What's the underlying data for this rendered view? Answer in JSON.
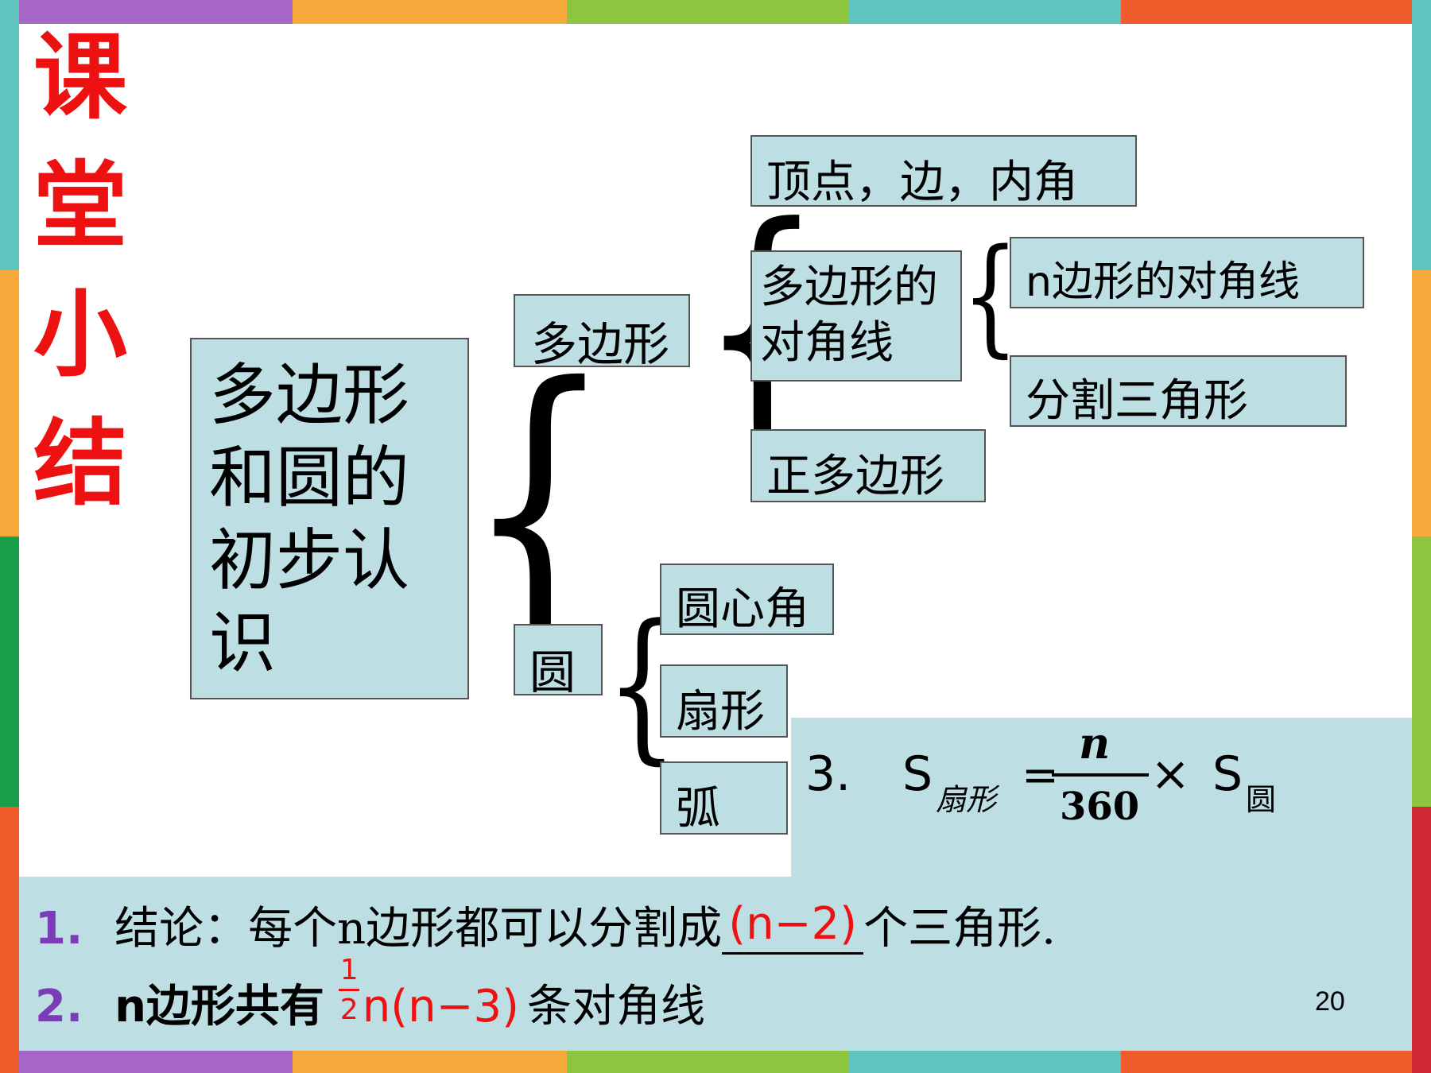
{
  "title_chars": [
    "课",
    "堂",
    "小",
    "结"
  ],
  "colors": {
    "title": "#ee1111",
    "box_fill": "#bddfe3",
    "accent_purple": "#7a3db5"
  },
  "main_topic_lines": [
    "多边形",
    "和圆的",
    "初步认",
    "识"
  ],
  "branch_polygon": "多边形",
  "branch_circle": "圆",
  "polygon_children": {
    "vertex": "顶点，边，内角",
    "diagonal_line1": "多边形的",
    "diagonal_line2": "对角线",
    "regular": "正多边形"
  },
  "diagonal_children": {
    "n_diagonal": "n边形的对角线",
    "split_triangle": "分割三角形"
  },
  "circle_children": {
    "central_angle": "圆心角",
    "sector": "扇形",
    "arc": "弧"
  },
  "formula": {
    "number": "3.",
    "s": "S",
    "sub_sector": "扇形",
    "equals": "=",
    "numerator": "n",
    "denominator": "360",
    "times": "×",
    "s2": "S",
    "sub_circle": "圆"
  },
  "conclusion1": {
    "number": "1.",
    "prefix": "结论：每个n边形都可以分割成",
    "answer": "(n−2)",
    "suffix": "个三角形."
  },
  "conclusion2": {
    "number": "2.",
    "prefix": "n边形共有",
    "frac_num": "1",
    "frac_den": "2",
    "expr": "n(n−3)",
    "suffix": "条对角线"
  },
  "page_number": "20"
}
